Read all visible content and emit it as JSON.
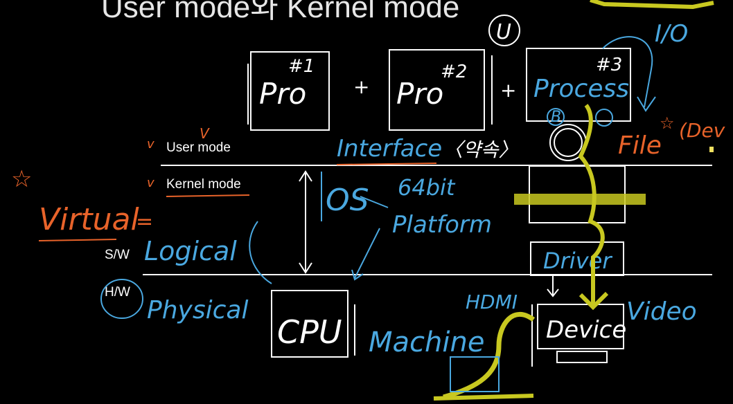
{
  "title": "User mode와 Kernel mode",
  "labels": {
    "user_mode": "User mode",
    "kernel_mode": "Kernel mode",
    "sw": "S/W",
    "hw": "H/W"
  },
  "handwriting": {
    "pro1": "Pro",
    "pro1_num": "#1",
    "pro2": "Pro",
    "pro2_num": "#2",
    "process3": "Process",
    "process3_num": "#3",
    "plus": "+",
    "circled_letter": "U",
    "io": "I/O",
    "interface": "Interface",
    "interface_note": "〈약속〉",
    "bit": "64bit",
    "os": "OS",
    "platform": "Platform",
    "virtual": "Virtual",
    "logical": "Logical",
    "physical": "Physical",
    "cpu": "CPU",
    "machine": "Machine",
    "driver": "Driver",
    "device": "Device",
    "video": "Video",
    "hdmi": "HDMI",
    "file": "File",
    "dev": "(Dev",
    "b_circle": "B",
    "star": "☆"
  },
  "colors": {
    "background": "#000000",
    "ink_white": "#ffffff",
    "ink_blue": "#4aa8e0",
    "ink_orange": "#e8632a",
    "ink_highlight": "#c8c820"
  }
}
